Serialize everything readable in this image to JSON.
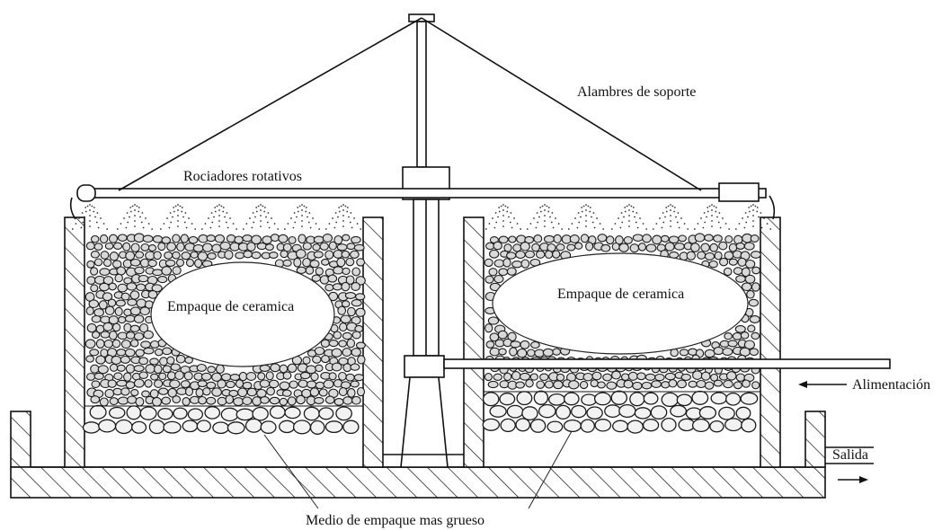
{
  "labels": {
    "support_wires": "Alambres de soporte",
    "rotary_sprinklers": "Rociadores rotativos",
    "ceramic_packing_left": "Empaque de ceramica",
    "ceramic_packing_right": "Empaque de ceramica",
    "feed": "Alimentación",
    "outlet": "Salida",
    "coarse_media": "Medio de empaque mas  grueso"
  },
  "colors": {
    "ink": "#111111",
    "background": "#ffffff"
  }
}
